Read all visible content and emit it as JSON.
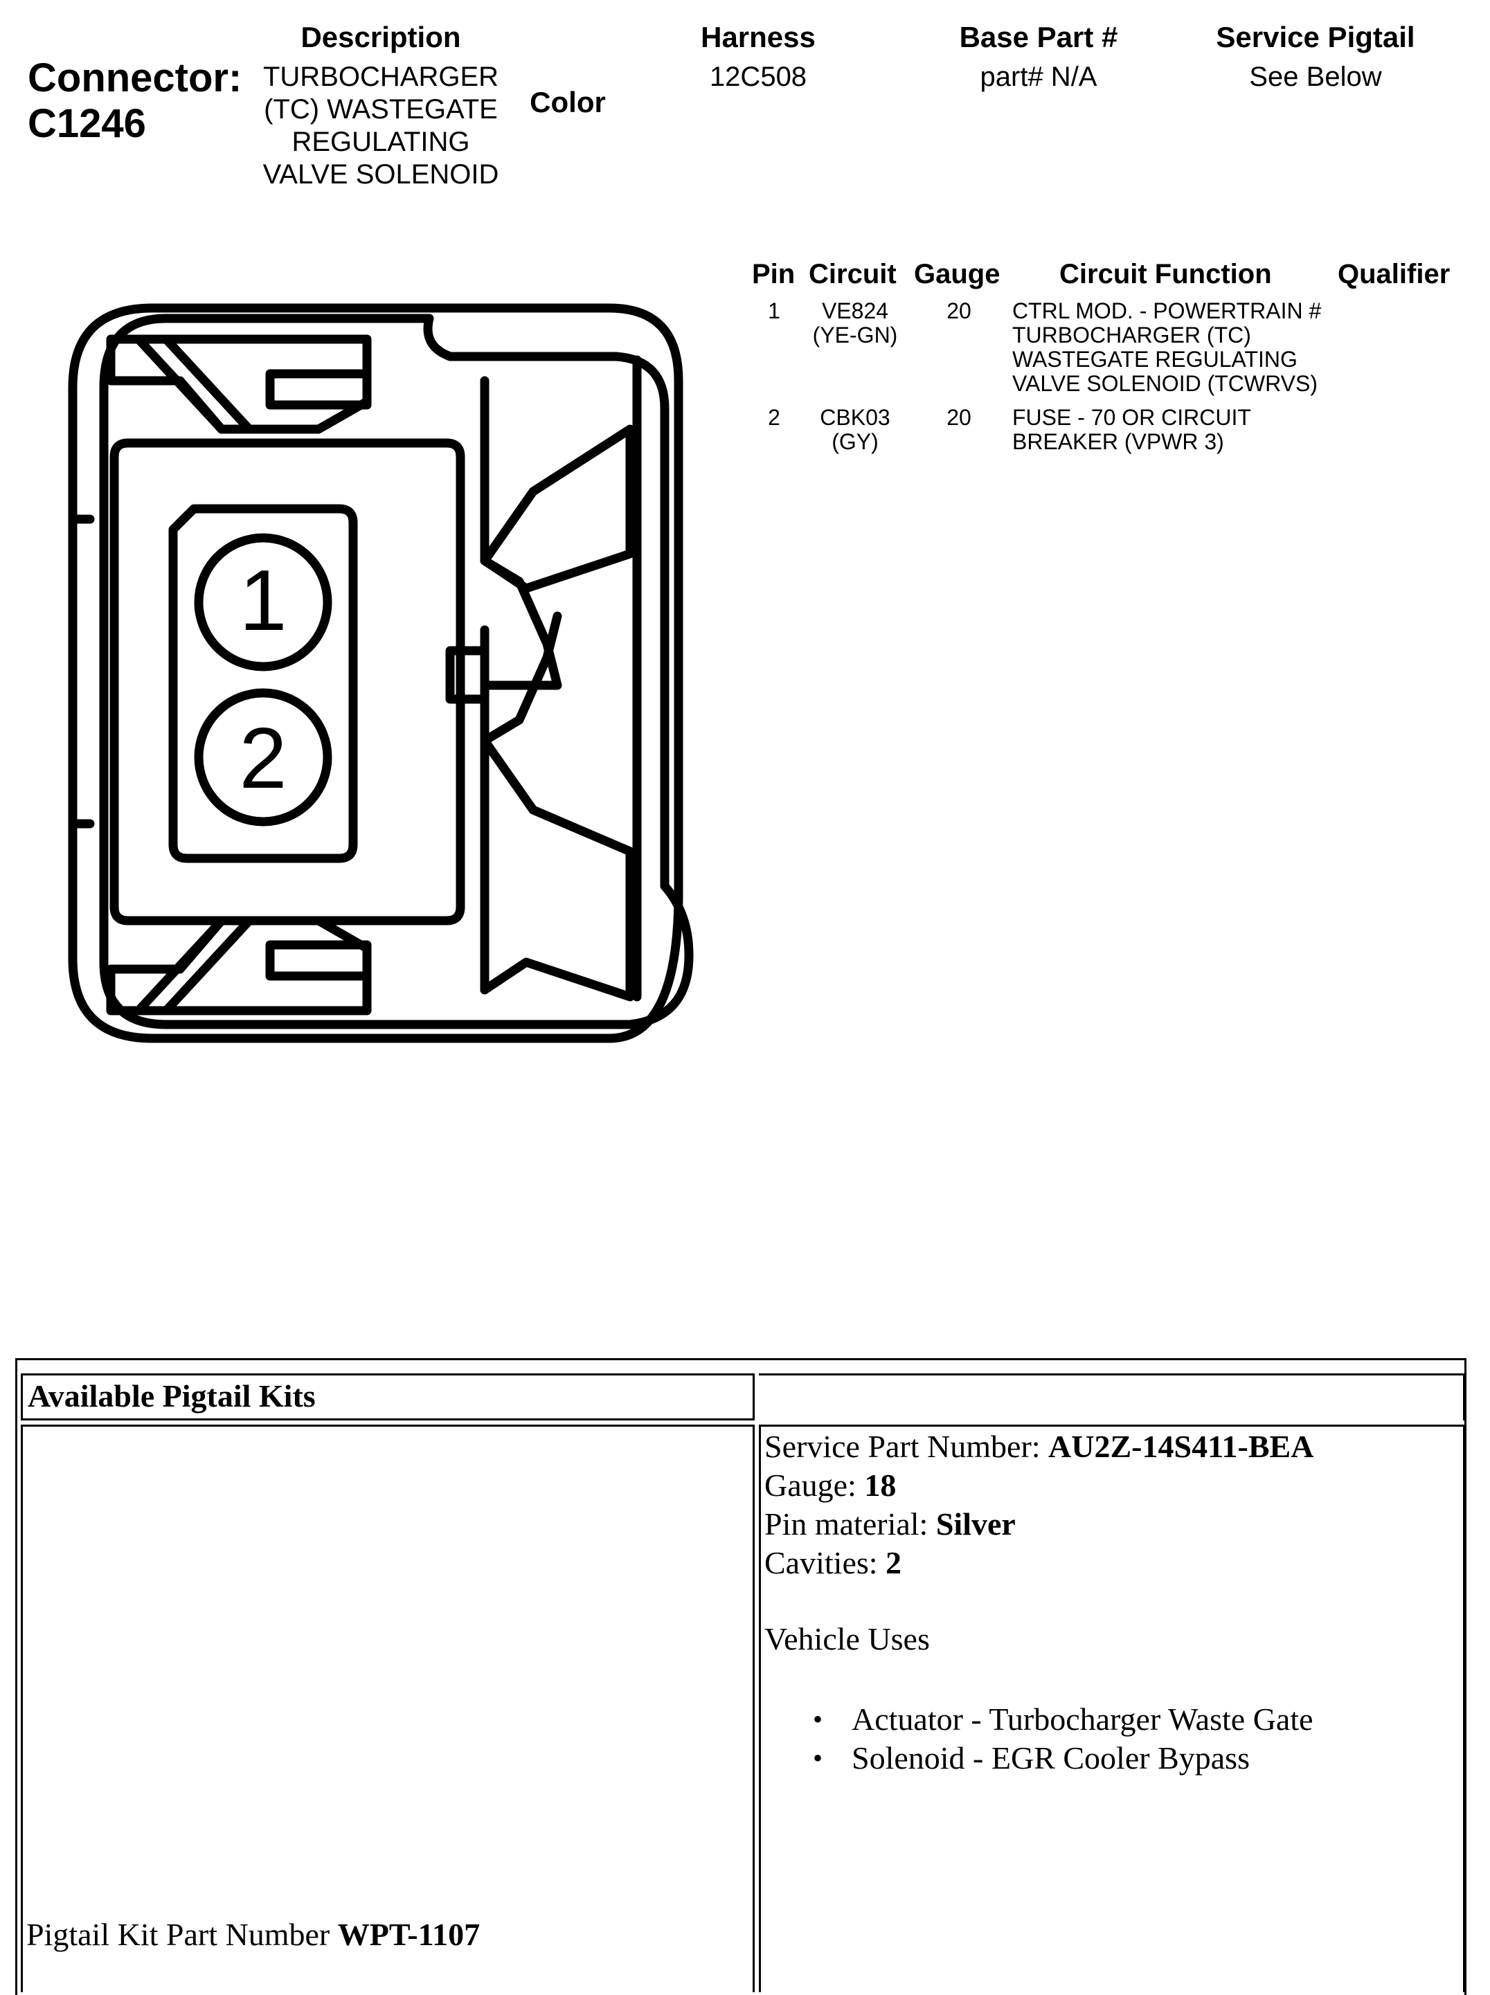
{
  "header": {
    "connector_label": "Connector:",
    "connector_id": "C1246",
    "description_label": "Description",
    "description_lines": [
      "TURBOCHARGER",
      "(TC) WASTEGATE",
      "REGULATING",
      "VALVE SOLENOID"
    ],
    "color_label": "Color",
    "harness_label": "Harness",
    "harness_value": "12C508",
    "base_part_label": "Base Part #",
    "base_part_value": "part# N/A",
    "service_pigtail_label": "Service Pigtail",
    "service_pigtail_value": "See Below"
  },
  "pin_table": {
    "headers": [
      "Pin",
      "Circuit",
      "Gauge",
      "Circuit Function",
      "Qualifier"
    ],
    "rows": [
      {
        "pin": "1",
        "circuit": [
          "VE824",
          "(YE-GN)"
        ],
        "gauge": "20",
        "function": [
          "CTRL MOD. - POWERTRAIN #",
          "TURBOCHARGER (TC)",
          "WASTEGATE REGULATING",
          "VALVE SOLENOID (TCWRVS)"
        ],
        "qualifier": ""
      },
      {
        "pin": "2",
        "circuit": [
          "CBK03",
          "(GY)"
        ],
        "gauge": "20",
        "function": [
          "FUSE - 70 OR CIRCUIT",
          "BREAKER (VPWR 3)"
        ],
        "qualifier": ""
      }
    ]
  },
  "connector_diagram": {
    "pin_labels": [
      "1",
      "2"
    ]
  },
  "pigtail": {
    "section_title": "Available Pigtail Kits",
    "service_part_label": "Service Part Number: ",
    "service_part_value": "AU2Z-14S411-BEA",
    "gauge_label": "Gauge: ",
    "gauge_value": "18",
    "pin_material_label": "Pin material: ",
    "pin_material_value": "Silver",
    "cavities_label": "Cavities: ",
    "cavities_value": "2",
    "vehicle_uses_label": "Vehicle Uses",
    "vehicle_uses": [
      "Actuator - Turbocharger Waste Gate",
      "Solenoid - EGR Cooler Bypass"
    ],
    "kit_part_label": "Pigtail Kit Part Number ",
    "kit_part_value": "WPT-1107"
  }
}
